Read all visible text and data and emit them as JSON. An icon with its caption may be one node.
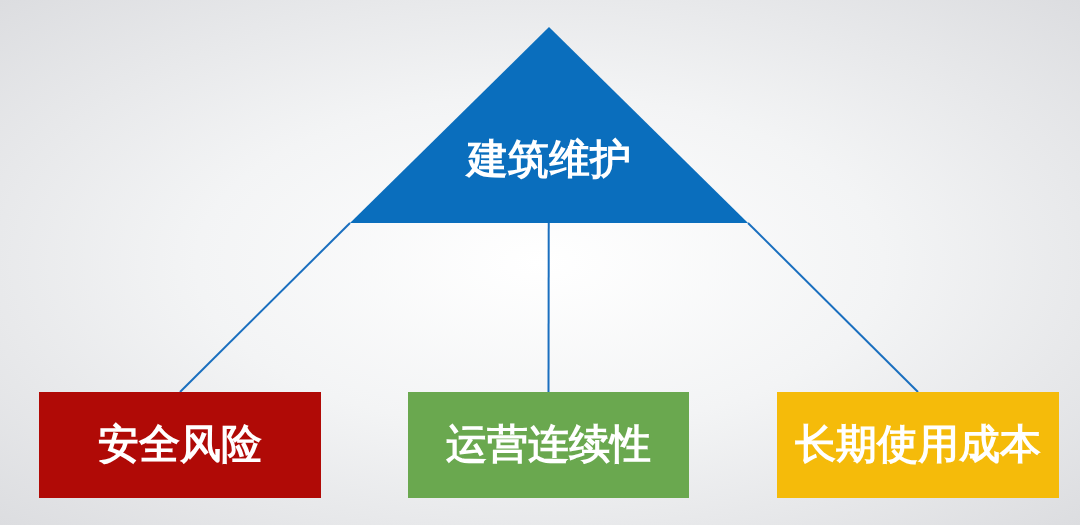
{
  "diagram": {
    "nodes": [
      {
        "text": [
          "建筑维护"
        ]
      },
      {
        "text": [
          "安全风险"
        ]
      },
      {
        "text": [
          "运营连续性"
        ]
      },
      {
        "text": [
          "长期使用成本"
        ]
      }
    ],
    "edges": [
      {
        "from": 0,
        "to": 1,
        "arrow": "none"
      },
      {
        "from": 0,
        "to": 2,
        "arrow": "none"
      },
      {
        "from": 0,
        "to": 3,
        "arrow": "none"
      }
    ]
  }
}
